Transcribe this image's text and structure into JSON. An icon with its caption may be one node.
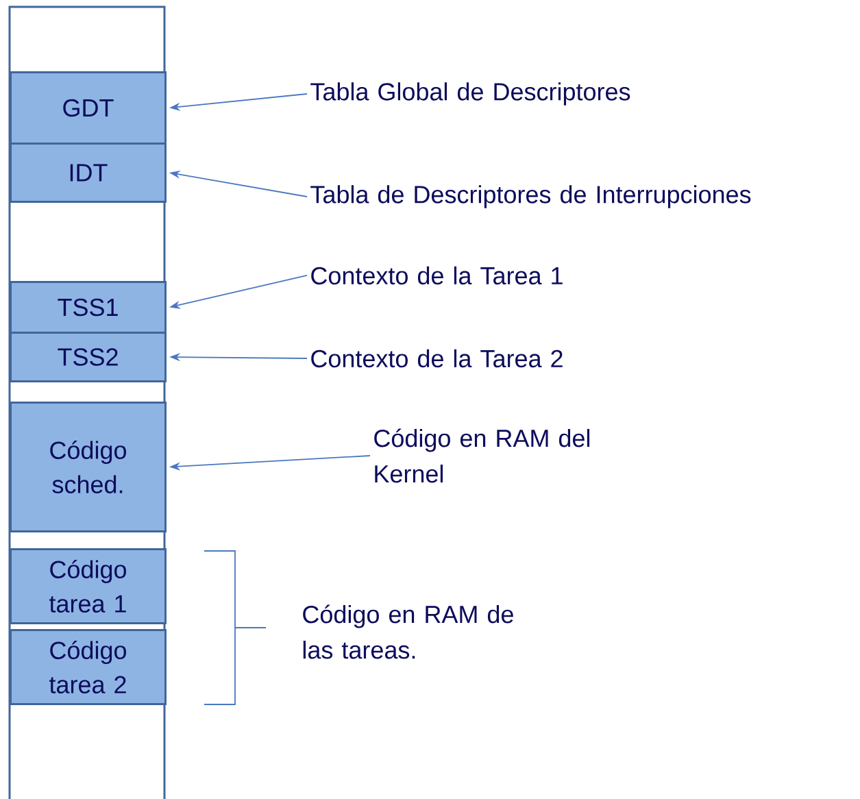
{
  "diagram": {
    "nodes": [
      {
        "text": [],
        "shape": "box"
      },
      {
        "text": [
          "GDT"
        ],
        "in": 0
      },
      {
        "text": [
          "IDT"
        ],
        "in": 0
      },
      {
        "text": [
          "TSS1"
        ],
        "in": 0
      },
      {
        "text": [
          "TSS2"
        ],
        "in": 0
      },
      {
        "text": [
          "Código sched."
        ],
        "in": 0
      },
      {
        "text": [
          "Código tarea 1"
        ],
        "in": 0
      },
      {
        "text": [
          "Código tarea 2"
        ],
        "in": 0
      },
      {
        "text": [
          "Tabla Global de Descriptores"
        ]
      },
      {
        "text": [
          "Tabla de Descriptores de Interrupciones"
        ]
      },
      {
        "text": [
          "Contexto de la Tarea 1"
        ]
      },
      {
        "text": [
          "Contexto de la Tarea 2"
        ]
      },
      {
        "text": [
          "Código en RAM del Kernel"
        ]
      }
    ],
    "edges": [
      {
        "from": 8,
        "to": 1,
        "arrow": "to"
      },
      {
        "from": 9,
        "to": 2,
        "arrow": "to"
      },
      {
        "from": 10,
        "to": 3,
        "arrow": "to"
      },
      {
        "from": 11,
        "to": 4,
        "arrow": "to"
      },
      {
        "from": 12,
        "to": 5,
        "arrow": "to"
      }
    ],
    "labels": [
      "Código en RAM de las tareas."
    ]
  }
}
